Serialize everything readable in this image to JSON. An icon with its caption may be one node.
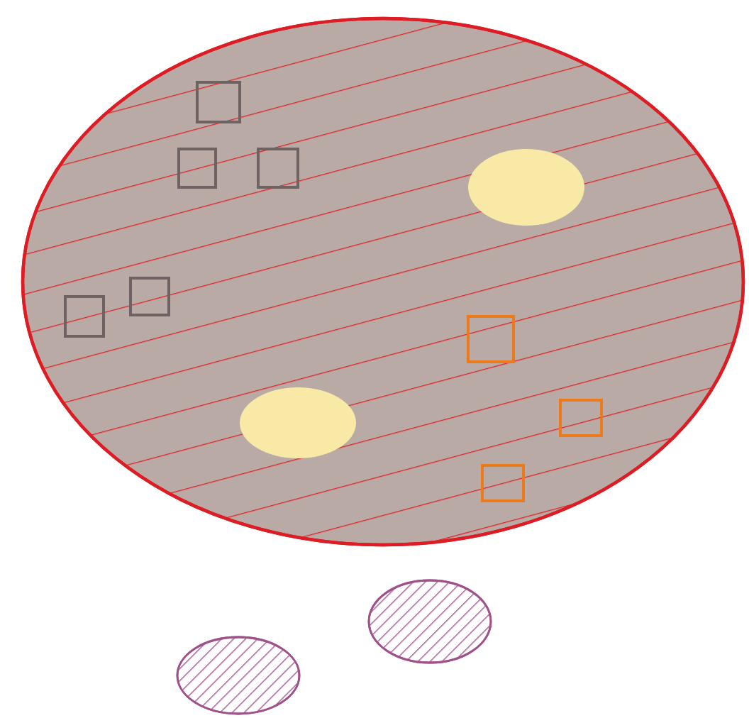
{
  "diagram": {
    "nodes": [
      {
        "text": [],
        "shape": "circle"
      },
      {
        "text": [],
        "shape": "box",
        "in": 0
      },
      {
        "text": [],
        "shape": "box",
        "in": 0
      },
      {
        "text": [],
        "shape": "box",
        "in": 0
      },
      {
        "text": [],
        "shape": "circle",
        "in": 0
      },
      {
        "text": [],
        "shape": "box",
        "in": 0
      },
      {
        "text": [],
        "shape": "box",
        "in": 0
      },
      {
        "text": [],
        "shape": "box",
        "in": 0
      },
      {
        "text": [],
        "shape": "box",
        "in": 0
      },
      {
        "text": [],
        "shape": "circle",
        "in": 0
      },
      {
        "text": [],
        "shape": "box",
        "in": 0
      },
      {
        "text": [],
        "shape": "circle"
      },
      {
        "text": [],
        "shape": "circle"
      }
    ]
  }
}
